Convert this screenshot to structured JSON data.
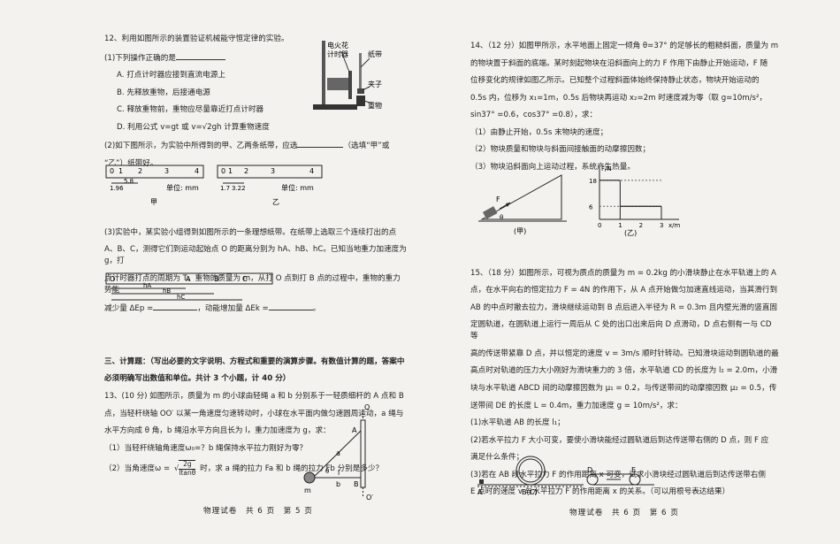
{
  "left": {
    "q12_title": "12、利用如图所示的装置验证机械能守恒定律的实验。",
    "q12_p1": "(1)下列操作正确的是",
    "q12_opts": [
      "A. 打点计时器应接到直流电源上",
      "B. 先释放重物，后接通电源",
      "C. 释放重物前，重物应尽量靠近打点计时器",
      "D. 利用公式 v=gt 或 v=√2gh 计算重物速度"
    ],
    "q12_p2a": "(2)如下图所示，为实验中所得到的甲、乙两条纸带，应选",
    "q12_p2b": "（选填“甲”或",
    "q12_p2c": "“乙”）纸带好。",
    "tape_jia": {
      "ticks": [
        "0",
        "1",
        "2",
        "3",
        "4"
      ],
      "dims": [
        "1.96",
        "5.8"
      ],
      "unit": "单位: mm",
      "name": "甲"
    },
    "tape_yi": {
      "ticks": [
        "0",
        "1",
        "2",
        "3",
        "4"
      ],
      "dims": [
        "1.7",
        "3.22"
      ],
      "unit": "单位: mm",
      "name": "乙"
    },
    "q12_p3a": "(3)实验中，某实验小组得到如图所示的一条理想纸带。在纸带上选取三个连续打出的点",
    "q12_p3b": "A、B、C，测得它们到运动起始点 O 的距离分别为 hA、hB、hC。已知当地重力加速度为 g，打",
    "q12_p3c": "点计时器打点的周期为 T。重物的质量为 m，从打 O 点到打 B 点的过程中，重物的重力势能",
    "q12_p3d": "减少量 ΔEp =",
    "q12_p3e": "，动能增加量 ΔEk =",
    "tape3": {
      "labels": [
        "O",
        "A",
        "B",
        "C"
      ],
      "dims": [
        "hA",
        "hB",
        "hC"
      ]
    },
    "sec3_a": "三、计算题：（写出必要的文字说明、方程式和重要的演算步骤。有数值计算的题，答案中",
    "sec3_b": "必须明确写出数值和单位。共计 3 个小题，计 40 分）",
    "q13_a": "13、(10 分) 如图所示，质量为 m 的小球由轻绳 a 和 b 分别系于一轻质细杆的 A 点和 B",
    "q13_b": "点，当轻杆绕轴 OO′ 以某一角速度匀速转动时，小球在水平面内做匀速圆周运动，a 绳与",
    "q13_c": "水平方向成 θ 角，b 绳沿水平方向且长为 l，重力加速度为 g，求：",
    "q13_1": "（1）当轻杆绕轴角速度ω₀=？b 绳保持水平拉力刚好为零？",
    "q13_2a": "（2）当角速度ω =",
    "q13_2b": "时，求 a 绳的拉力 Fa 和 b 绳的拉力 Fb 分别是多少？",
    "q13_frac_num": "2g",
    "q13_frac_den": "ltanθ",
    "fig13_labels": [
      "O",
      "A",
      "θ",
      "a",
      "l",
      "b",
      "B",
      "m",
      "O′"
    ],
    "apparatus_labels": [
      "电火花",
      "计时器",
      "纸带",
      "夹子",
      "重物"
    ],
    "footer": "物理试卷　共 6 页　第 5 页"
  },
  "right": {
    "q14_a": "14、（12 分）如图甲所示，水平地面上固定一倾角 θ=37° 的足够长的粗糙斜面，质量为 m",
    "q14_b": "的物块置于斜面的底端。某时刻起物块在沿斜面向上的力 F 作用下由静止开始运动，F 随",
    "q14_c": "位移变化的规律如图乙所示。已知整个过程斜面体始终保持静止状态，物块开始运动的",
    "q14_d": "0.5s 内，位移为 x₁=1m，0.5s 后物块再运动 x₂=2m 时速度减为零（取 g=10m/s²，",
    "q14_e": "sin37° =0.6，cos37° =0.8），求：",
    "q14_q": [
      "（1）由静止开始，0.5s 末物块的速度；",
      "（2）物块质量和物块与斜面间接触面的动摩擦因数；",
      "（3）物块沿斜面向上运动过程，系统产生热量。"
    ],
    "fig14_jia": "(甲)",
    "fig14_yi": "(乙)",
    "fig14_F": "F",
    "fig14_theta": "θ",
    "chart_data": {
      "type": "step",
      "title": "",
      "xlabel": "x/m",
      "ylabel": "F/N",
      "x_ticks": [
        "0",
        "1",
        "2",
        "3"
      ],
      "y_ticks": [
        "6",
        "18"
      ],
      "segments": [
        {
          "x": [
            0,
            1
          ],
          "F": 18
        },
        {
          "x": [
            1,
            3
          ],
          "F": 6
        }
      ],
      "xlim": [
        0,
        3.6
      ],
      "ylim": [
        0,
        22
      ]
    },
    "q15": [
      "15、（18 分）如图所示，可视为质点的质量为 m = 0.2kg 的小滑块静止在水平轨道上的 A",
      "点，在水平向右的恒定拉力 F = 4N 的作用下，从 A 点开始做匀加速直线运动，当其滑行到",
      "AB 的中点时撤去拉力，滑块继续运动到 B 点后进入半径为 R = 0.3m 且内壁光滑的竖直固",
      "定圆轨道，在圆轨道上运行一周后从 C 处的出口出来后向 D 点滑动，D 点右侧有一与 CD 等",
      "高的传送带紧靠 D 点，并以恒定的速度 v = 3m/s 顺时针转动。已知滑块运动到圆轨道的最",
      "高点时对轨道的压力大小刚好为滑块重力的 3 倍，水平轨道 CD 的长度为 l₂ = 2.0m，小滑",
      "块与水平轨道 ABCD 间的动摩擦因数为 μ₁ = 0.2，与传送带间的动摩擦因数 μ₂ = 0.5，传",
      "送带间 DE 的长度 L = 0.4m，重力加速度 g = 10m/s²，求："
    ],
    "q15_q1": "(1)水平轨道 AB 的长度 l₁；",
    "q15_q2": [
      "(2)若水平拉力 F 大小可变，要使小滑块能经过圆轨道后到达传送带右侧的 D 点，则 F 应",
      "满足什么条件；"
    ],
    "q15_q3": [
      "(3)若在 AB 段水平拉力 F 的作用距离 x 可变，试求小滑块经过圆轨道后到达传送带右侧",
      "E 点时的速度 v 与水平拉力 F 的作用距离 x 的关系。（可以用根号表达结果）"
    ],
    "fig15_labels": [
      "A",
      "B(C)",
      "D",
      "E"
    ],
    "footer": "物理试卷　共 6 页　第 6 页"
  }
}
